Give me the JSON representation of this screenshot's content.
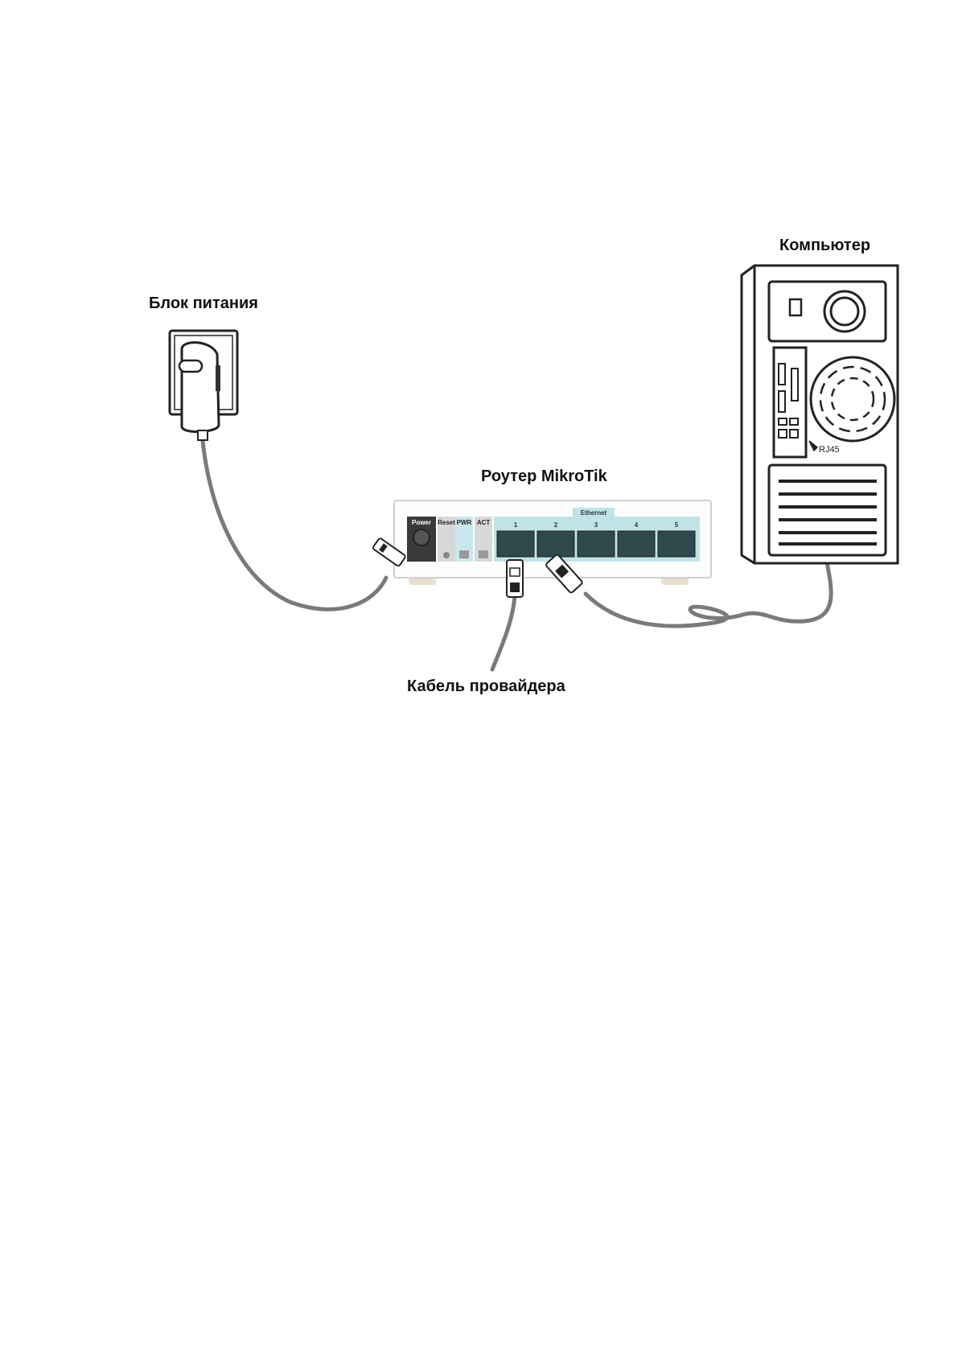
{
  "labels": {
    "power_supply": "Блок питания",
    "router": "Роутер MikroTik",
    "computer": "Компьютер",
    "isp_cable": "Кабель провайдера",
    "rj45": "RJ45"
  },
  "router_panel": {
    "power": "Power",
    "reset": "Reset",
    "pwr": "PWR",
    "act": "ACT",
    "ethernet": "Ethernet",
    "ports": [
      "1",
      "2",
      "3",
      "4",
      "5"
    ]
  },
  "colors": {
    "cable": "#7a7a7a",
    "router_panel": "#bfe4e8",
    "outline": "#222222"
  },
  "icons": [
    "wall-socket-icon",
    "power-adapter-icon",
    "router-icon",
    "computer-tower-icon",
    "rj45-plug-icon"
  ]
}
